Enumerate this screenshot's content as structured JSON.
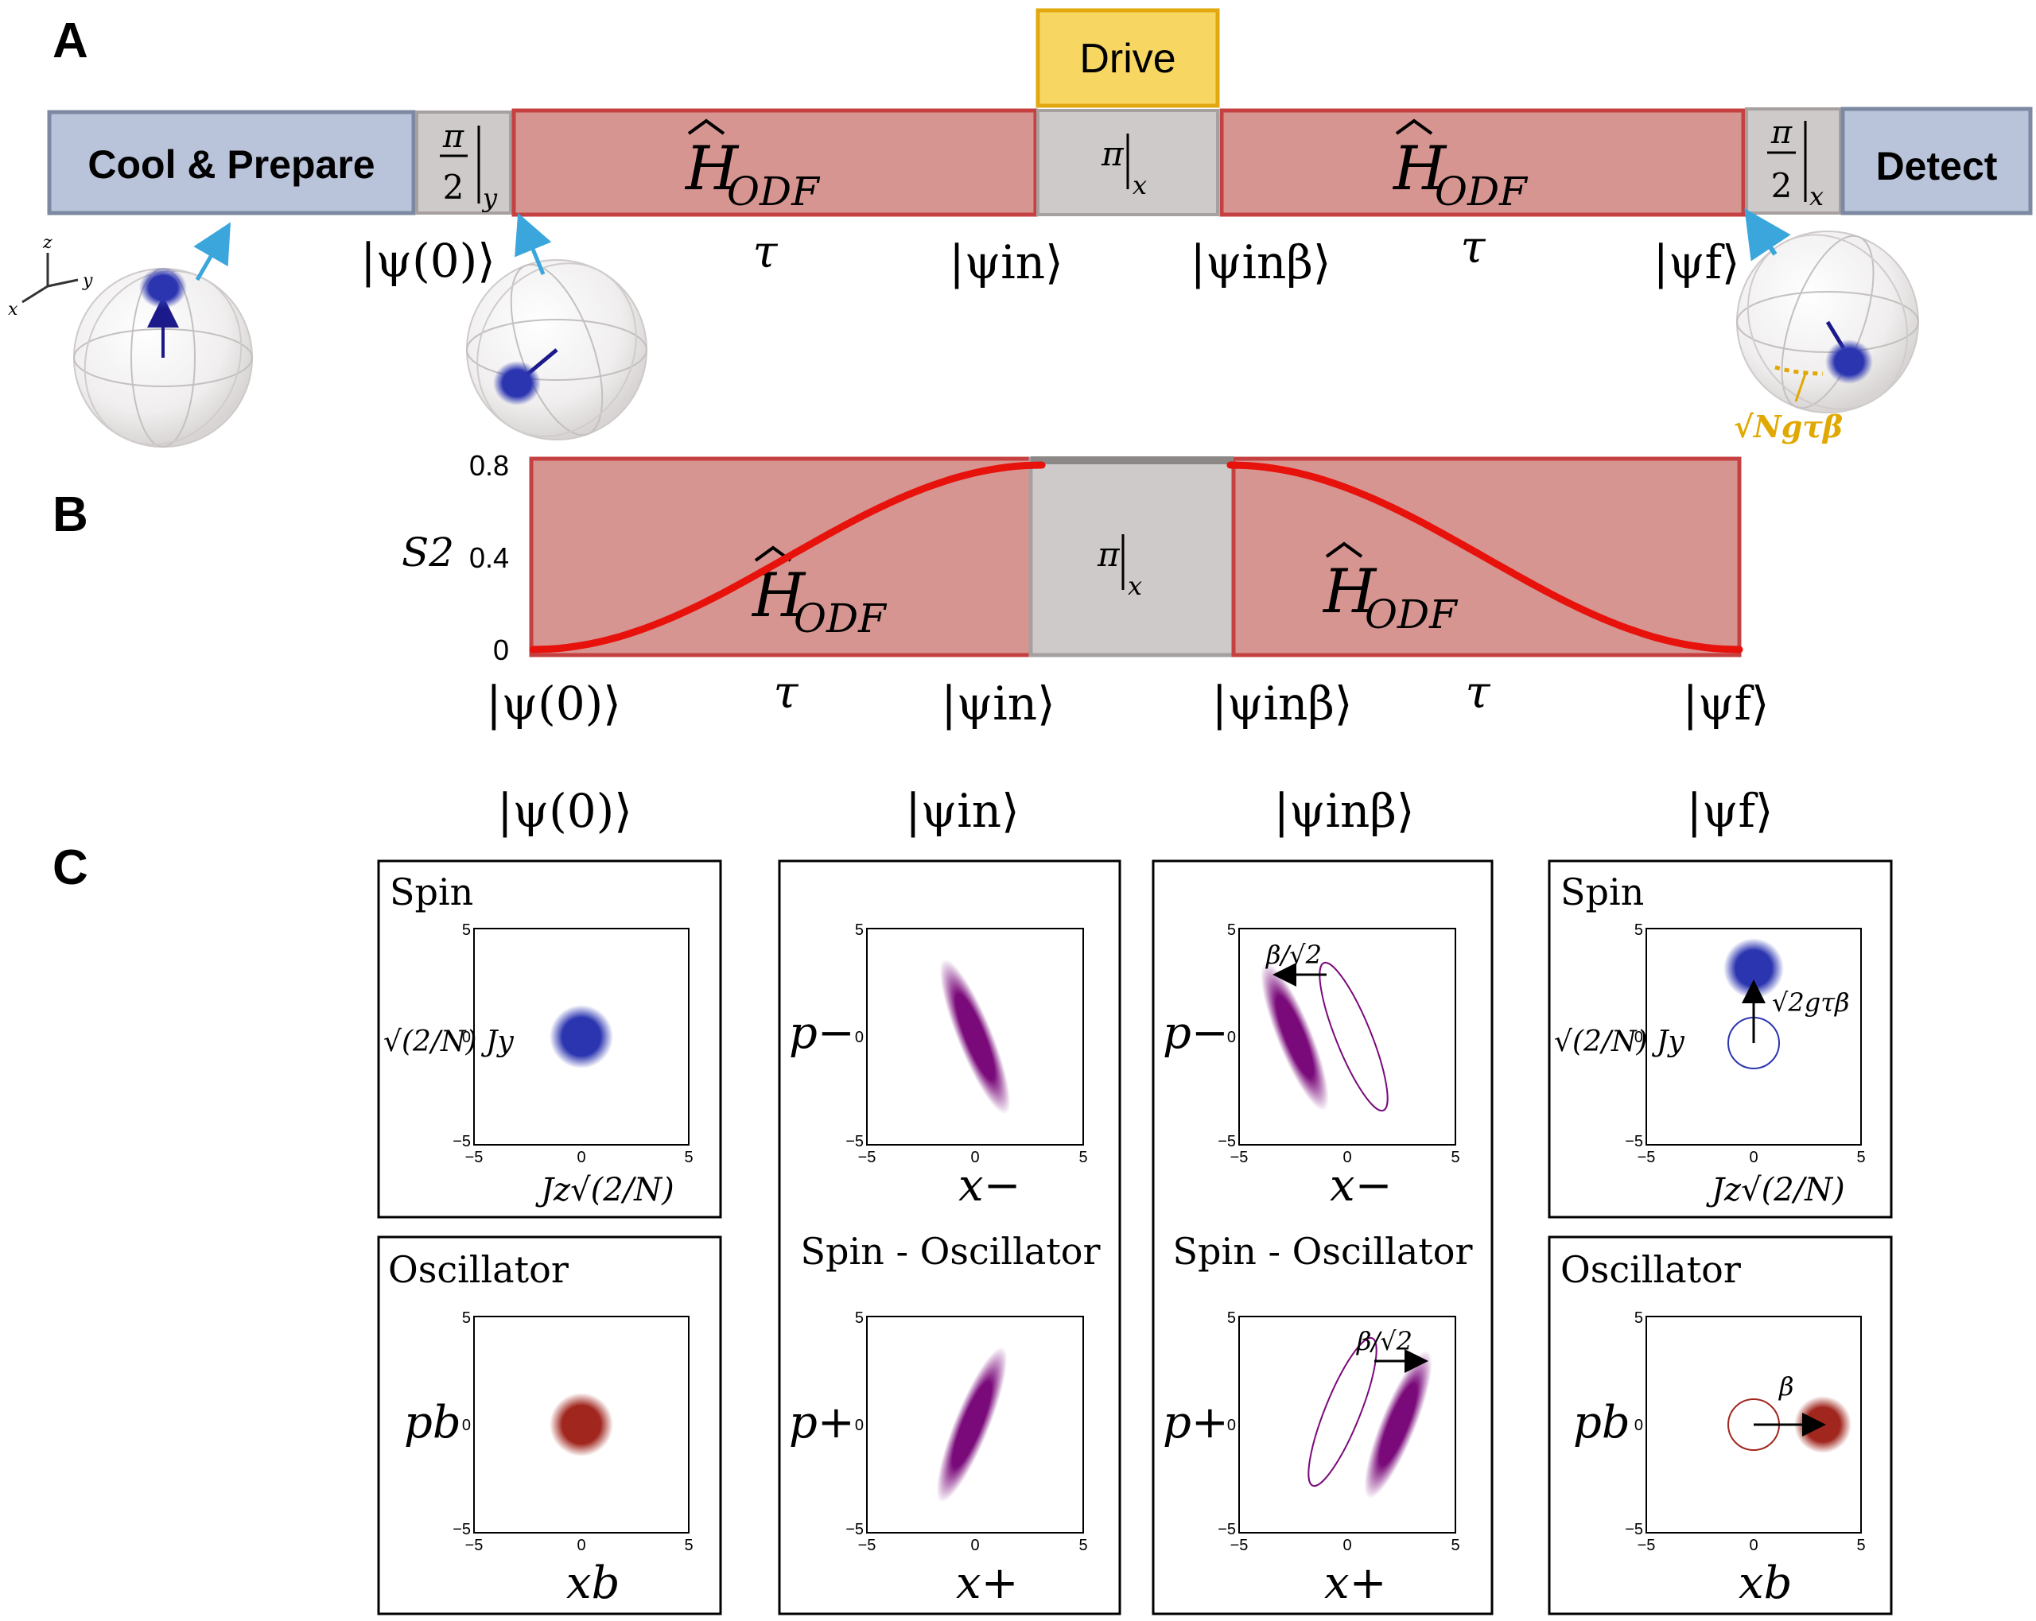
{
  "panels": {
    "a": "A",
    "b": "B",
    "c": "C"
  },
  "sequence": {
    "cool_prepare": "Cool & Prepare",
    "pulse_y_num": "π",
    "pulse_y_den": "2",
    "pulse_y_sub": "y",
    "hodf_1": "H",
    "hodf_sub": "ODF",
    "drive": "Drive",
    "pi_x": "π",
    "pi_x_sub": "x",
    "hodf_2": "H",
    "pulse_x_num": "π",
    "pulse_x_den": "2",
    "pulse_x_sub": "x",
    "detect": "Detect"
  },
  "states": {
    "psi0": "|ψ(0)⟩",
    "psi_in": "|ψin⟩",
    "psi_in_beta": "|ψinβ⟩",
    "psi_f": "|ψf⟩",
    "tau": "τ"
  },
  "bloch": {
    "axes": {
      "x": "x",
      "y": "y",
      "z": "z"
    },
    "displacement_label": "√Ngτβ"
  },
  "chart_data": {
    "type": "line",
    "ylabel": "S2",
    "yticks": [
      "0",
      "0.4",
      "0.8"
    ],
    "ylim": [
      0,
      0.8
    ],
    "segments": [
      {
        "name": "H_ODF first",
        "x": [
          0,
          0.25,
          0.5,
          0.75,
          1.0
        ],
        "values": [
          0,
          0.14,
          0.4,
          0.66,
          0.8
        ]
      },
      {
        "name": "π|x",
        "x": [
          1.0,
          1.37
        ],
        "values": [
          0.8,
          0.8
        ]
      },
      {
        "name": "H_ODF second",
        "x": [
          1.37,
          1.62,
          1.87,
          2.12,
          2.37
        ],
        "values": [
          0.8,
          0.66,
          0.4,
          0.14,
          0
        ]
      }
    ],
    "segment_labels": [
      "H ODF",
      "π|x",
      "H ODF"
    ],
    "x_markers": [
      "|ψ(0)⟩",
      "τ",
      "|ψin⟩",
      "|ψinβ⟩",
      "τ",
      "|ψf⟩"
    ]
  },
  "phase_space": {
    "column_titles": [
      "|ψ(0)⟩",
      "|ψin⟩",
      "|ψinβ⟩",
      "|ψf⟩"
    ],
    "row_titles": {
      "spin": "Spin",
      "oscillator": "Oscillator",
      "spin_osc": "Spin - Oscillator"
    },
    "axis_ticks": {
      "min": "−5",
      "mid": "0",
      "max": "5"
    },
    "labels": {
      "jy": "√(2/N) Jy",
      "jz": "Jz√(2/N)",
      "pb": "pb",
      "xb": "xb",
      "pminus": "p−",
      "xminus": "x−",
      "pplus": "p+",
      "xplus": "x+",
      "beta_sqrt2": "β/√2",
      "sqrt2_g_tau_beta": "√2gτβ",
      "beta": "β"
    },
    "colors": {
      "spin": "#2b35b0",
      "oscillator": "#a0261e",
      "squeezed": "#7a0a7a"
    }
  }
}
